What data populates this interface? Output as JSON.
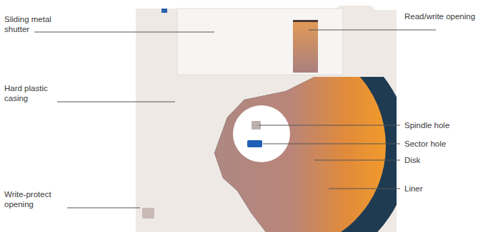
{
  "diagram": {
    "labels": [
      "Sliding metal shutter",
      "Hard plastic casing",
      "Write-protect opening",
      "Read/write opening",
      "Spindle hole",
      "Sector hole",
      "Disk",
      "Liner"
    ]
  }
}
